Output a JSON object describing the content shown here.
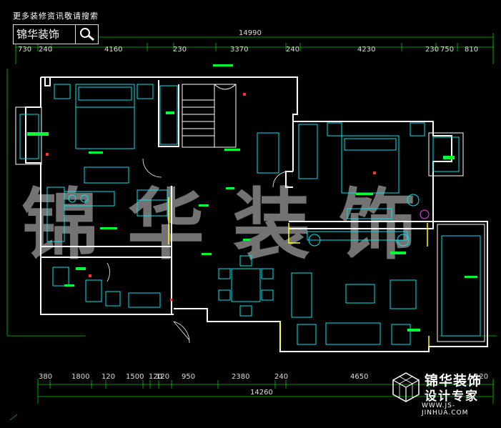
{
  "header": {
    "note": "更多装修资讯敬请搜索",
    "brand": "锦华装饰"
  },
  "watermark": "锦华装饰",
  "logo": {
    "line1": "锦华装饰",
    "line2": "设计专家",
    "url": "WWW.JS-JINHUA.COM"
  },
  "dimensions": {
    "top_total": "14990",
    "top_segments": [
      "730",
      "240",
      "4160",
      "230",
      "3370",
      "240",
      "4230",
      "230",
      "750",
      "810"
    ],
    "bottom_total": "14260",
    "bottom_segments": [
      "380",
      "1800",
      "120",
      "1500",
      "120",
      "120",
      "950",
      "2380",
      "240",
      "4650",
      "120"
    ]
  },
  "colors": {
    "wall": "#ffffff",
    "furniture": "#00e5ee",
    "dimension": "#00c800",
    "label": "#00ff33",
    "watermark": "#9a9a9a",
    "accent": "#ffff00",
    "magenta": "#ff44ff",
    "red": "#ff3030"
  }
}
